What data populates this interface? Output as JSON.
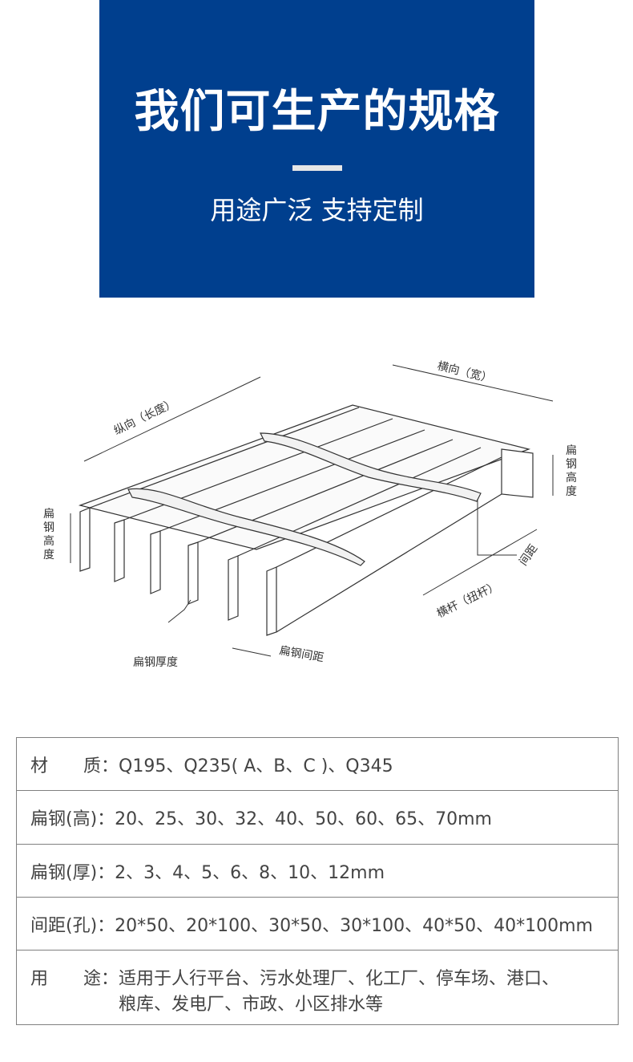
{
  "banner": {
    "title": "我们可生产的规格",
    "subtitle": "用途广泛 支持定制",
    "bg_color": "#003f8e"
  },
  "diagram": {
    "label_longitudinal": "纵向（长度）",
    "label_transverse": "横向（宽）",
    "label_flat_height_left": [
      "扁",
      "钢",
      "高",
      "度"
    ],
    "label_flat_height_right": [
      "扁",
      "钢",
      "高",
      "度"
    ],
    "label_spacing_right": "间距",
    "label_crossbar": "横杆（扭杆）",
    "label_thickness": "扁钢厚度",
    "label_flat_spacing": "扁钢间距"
  },
  "specs": [
    {
      "label": "材　　质：",
      "value": "Q195、Q235( A、B、C )、Q345"
    },
    {
      "label": "扁钢(高)：",
      "value": "20、25、30、32、40、50、60、65、70mm"
    },
    {
      "label": "扁钢(厚)：",
      "value": "2、3、4、5、6、8、10、12mm"
    },
    {
      "label": "间距(孔)：",
      "value": "20*50、20*100、30*50、30*100、40*50、40*100mm"
    },
    {
      "label": "用　　途：",
      "value": "适用于人行平台、污水处理厂、化工厂、停车场、港口、\n粮库、发电厂、市政、小区排水等"
    }
  ]
}
